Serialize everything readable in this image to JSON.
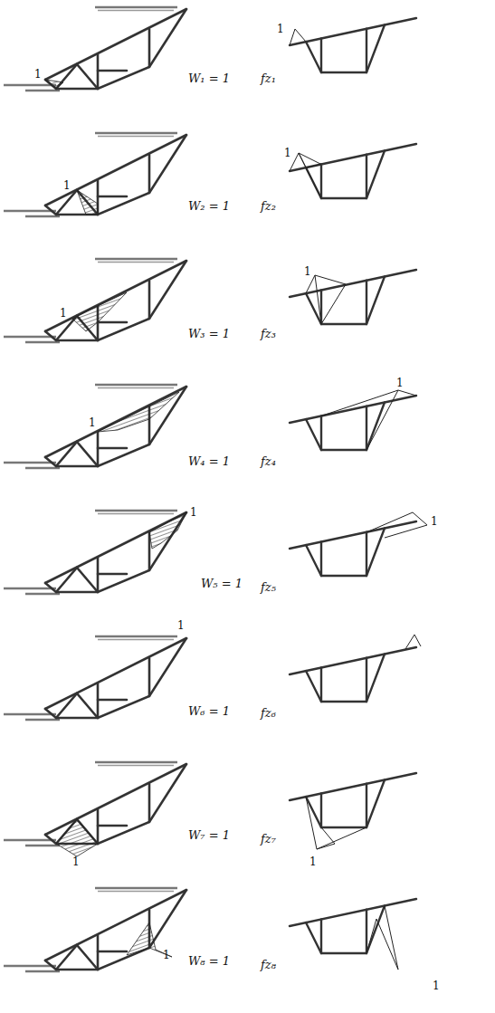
{
  "diagram": {
    "labels": [
      "1",
      "W₁ = 1",
      "fz₁",
      "1",
      "1",
      "W₂ = 1",
      "fz₂",
      "1",
      "1",
      "W₃ = 1",
      "fz₃",
      "1",
      "1",
      "W₄ = 1",
      "fz₄",
      "1",
      "1",
      "W₅ = 1",
      "fz₅",
      "1",
      "1",
      "W₆ = 1",
      "fz₆",
      "1",
      "W₇ = 1",
      "fz₇",
      "1",
      "1",
      "W₈ = 1",
      "fz₈",
      "1"
    ]
  }
}
